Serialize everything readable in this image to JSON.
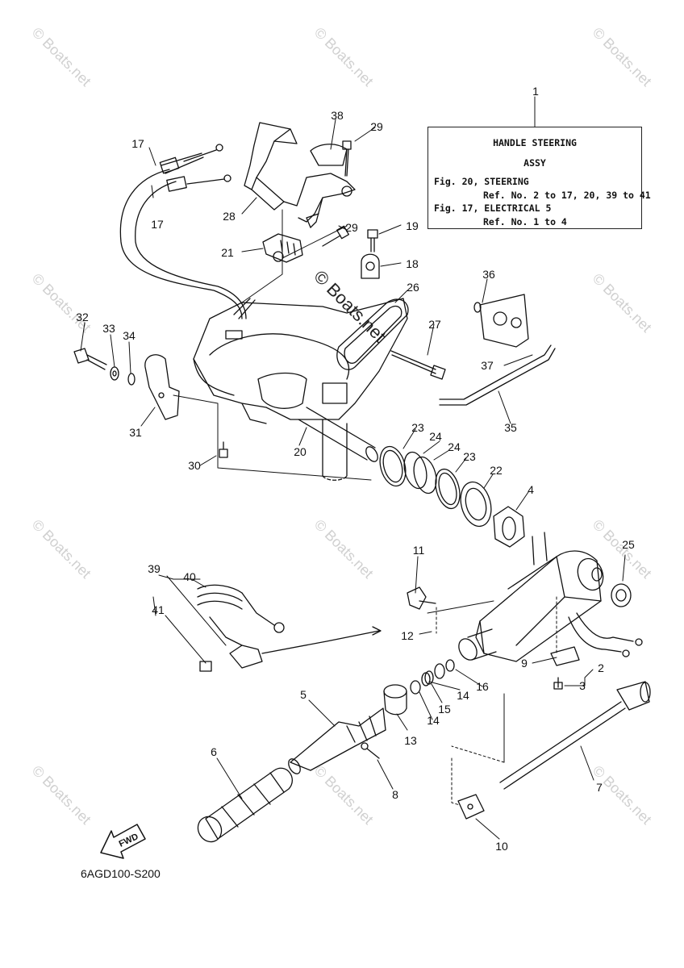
{
  "reference_box": {
    "title_line1": "HANDLE STEERING",
    "title_line2": "ASSY",
    "line3": "Fig. 20, STEERING",
    "line4": "Ref. No. 2 to 17, 20, 39 to 41",
    "line5": "Fig. 17, ELECTRICAL 5",
    "line6": "Ref. No. 1 to 4"
  },
  "diagram_code": "6AGD100-S200",
  "fwd_label": "FWD",
  "watermark_text": "© Boats.net",
  "callouts": {
    "n1": "1",
    "n2": "2",
    "n3": "3",
    "n4": "4",
    "n5": "5",
    "n6": "6",
    "n7": "7",
    "n8": "8",
    "n9": "9",
    "n10": "10",
    "n11": "11",
    "n12": "12",
    "n13": "13",
    "n14a": "14",
    "n14b": "14",
    "n15": "15",
    "n16": "16",
    "n17a": "17",
    "n17b": "17",
    "n18": "18",
    "n19": "19",
    "n20": "20",
    "n21": "21",
    "n22": "22",
    "n23a": "23",
    "n23b": "23",
    "n24a": "24",
    "n24b": "24",
    "n25": "25",
    "n26": "26",
    "n27": "27",
    "n28": "28",
    "n29a": "29",
    "n29b": "29",
    "n30": "30",
    "n31": "31",
    "n32": "32",
    "n33": "33",
    "n34": "34",
    "n35": "35",
    "n36": "36",
    "n37": "37",
    "n38": "38",
    "n39": "39",
    "n40": "40",
    "n41": "41"
  }
}
